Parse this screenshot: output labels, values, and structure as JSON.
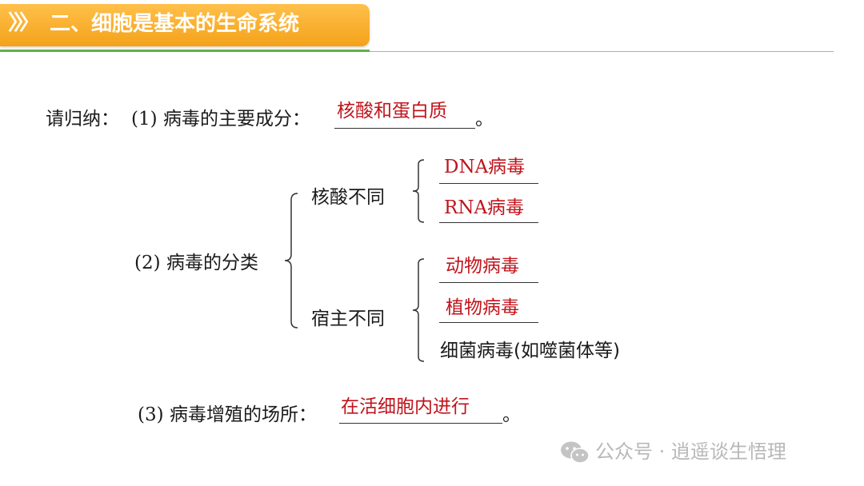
{
  "header": {
    "chevrons": "〉〉〉",
    "title": "二、细胞是基本的生命系统"
  },
  "q1": {
    "prefix": "请归纳：",
    "num": "(1)",
    "label": "病毒的主要成分：",
    "answer": "核酸和蛋白质",
    "end": "。"
  },
  "q2": {
    "num": "(2)",
    "label": "病毒的分类",
    "groups": [
      {
        "label": "核酸不同",
        "items": [
          "DNA病毒",
          "RNA病毒"
        ]
      },
      {
        "label": "宿主不同",
        "items": [
          "动物病毒",
          "植物病毒"
        ],
        "note": "细菌病毒(如噬菌体等)"
      }
    ]
  },
  "q3": {
    "num": "(3)",
    "label": "病毒增殖的场所：",
    "answer": "在活细胞内进行",
    "end": "。"
  },
  "watermark": {
    "text": "公众号 · 逍遥谈生悟理",
    "icon": "wechat-icon"
  },
  "colors": {
    "accent": "#f4a21a",
    "answer": "#c0141c",
    "green_rule": "#5fb14a",
    "blue_rule": "#7bbfd6"
  }
}
